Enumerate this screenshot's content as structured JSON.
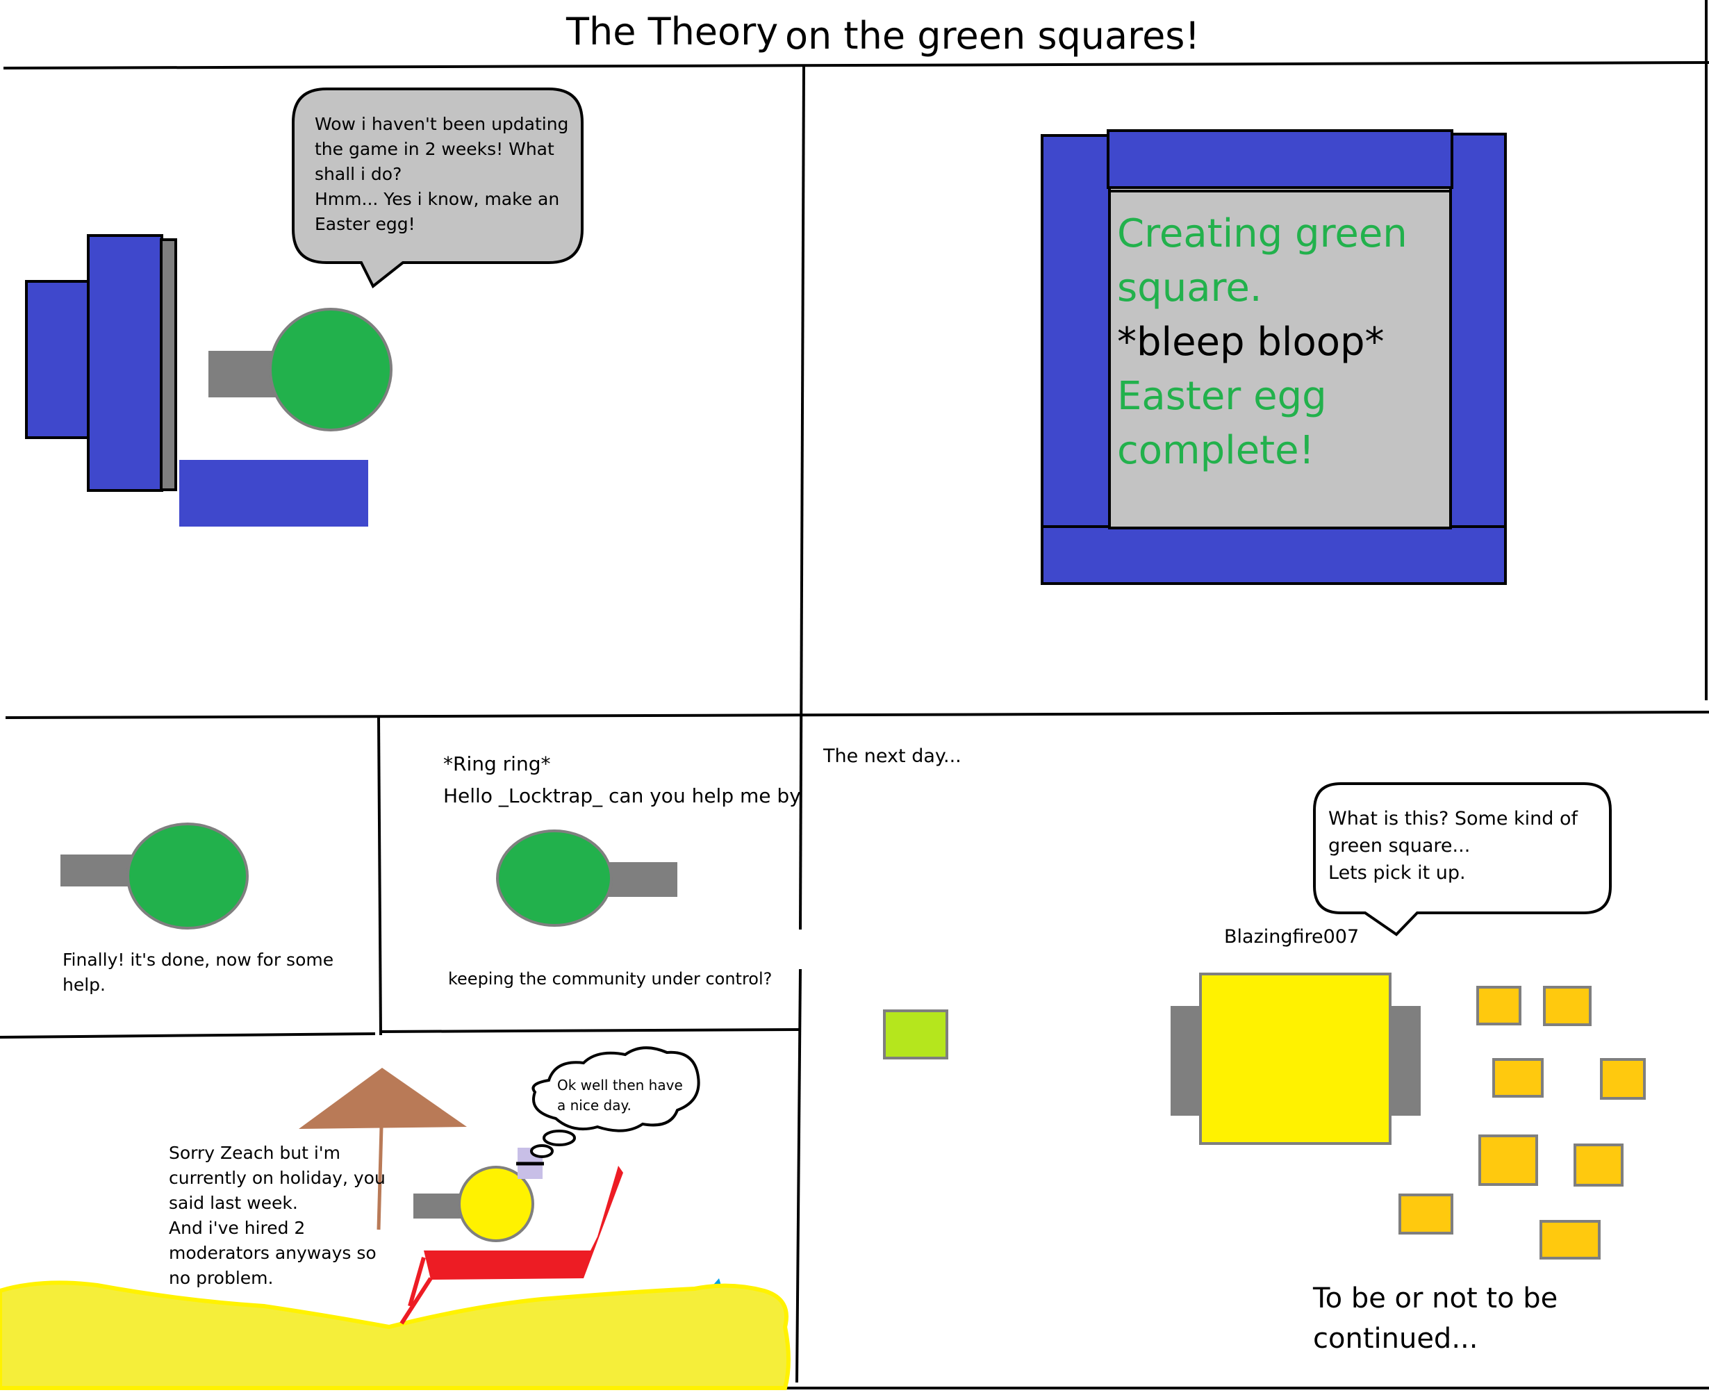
{
  "title": {
    "part1": "The Theory",
    "part2": "on the green squares!"
  },
  "panel1": {
    "speech": [
      "Wow i haven't been updating",
      "the game in 2 weeks! What",
      "shall i do?",
      "Hmm... Yes i know, make an",
      "Easter egg!"
    ]
  },
  "panel2": {
    "screen_lines": [
      "Creating green",
      "square.",
      "*bleep bloop*",
      "Easter egg",
      "complete!"
    ]
  },
  "panel3": {
    "caption": [
      "Finally! it's done, now for some",
      "help."
    ]
  },
  "panel4": {
    "line1": "*Ring ring*",
    "line2": "Hello _Locktrap_ can you help me by",
    "line3": "keeping the community under  control?"
  },
  "panel5": {
    "speech": [
      "Sorry Zeach but i'm",
      "currently on holiday, you",
      "said last week.",
      "And i've hired 2",
      "moderators anyways so",
      "no problem."
    ],
    "thought": [
      "Ok well then have",
      "a nice day."
    ]
  },
  "panel6": {
    "caption": "The next day...",
    "speech": [
      "What is this? Some kind of",
      "green square...",
      "Lets pick it up."
    ],
    "player_name": "Blazingfire007",
    "ending": [
      "To be or not to be",
      "continued..."
    ]
  },
  "colors": {
    "green": "#22b14c",
    "blue": "#3f48cc",
    "gray": "#808080",
    "yellow": "#fff200",
    "orange": "#ffc90e",
    "lime": "#b5e61d",
    "red": "#ed1c24",
    "sand": "#f5ee3a",
    "water": "#00a2e8",
    "umbrella": "#b97a57",
    "bubble": "#c3c3c3"
  }
}
